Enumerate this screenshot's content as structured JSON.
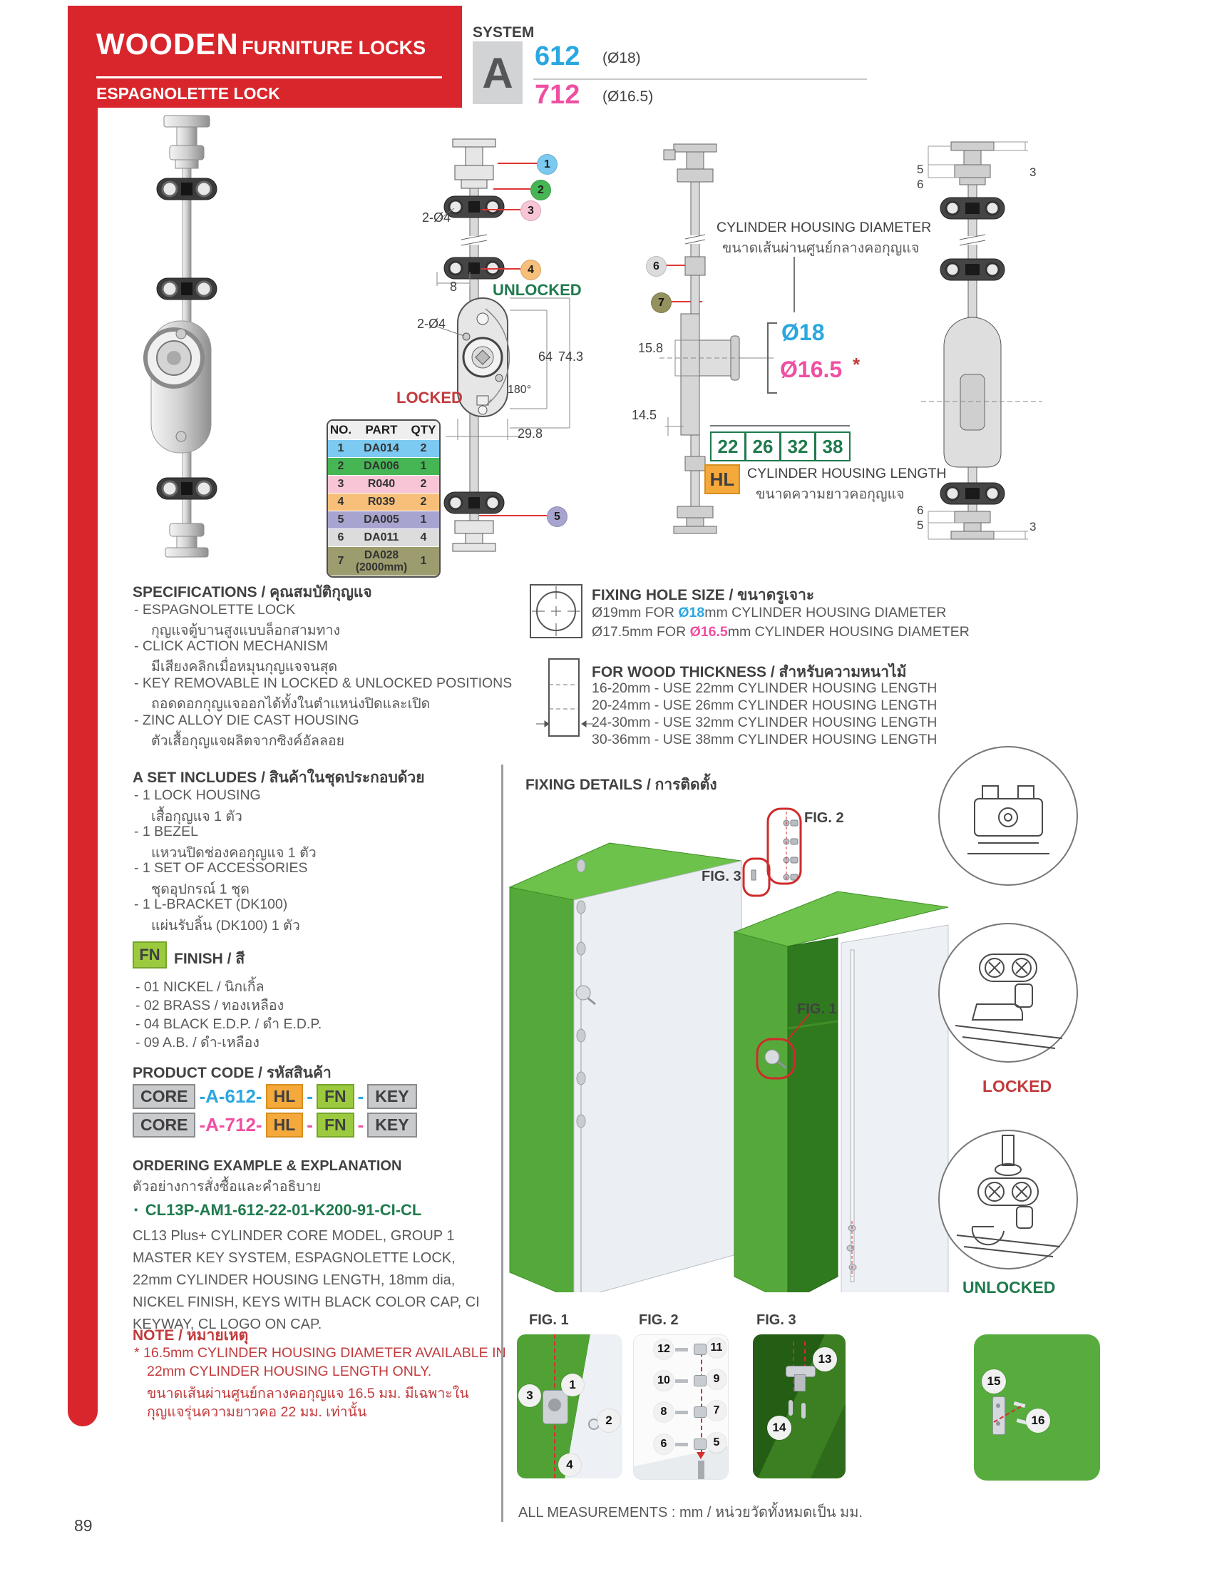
{
  "page": {
    "number": "89",
    "footer": "ALL MEASUREMENTS : mm / หน่วยวัดทั้งหมดเป็น มม."
  },
  "colors": {
    "red": "#d8262c",
    "note_red": "#c23a3c",
    "green": "#1f7a4d",
    "blue": "#2aa7e0",
    "pink": "#ef4fa1",
    "cabinet_green": "#5cb13c"
  },
  "header": {
    "title_bold": "WOODEN",
    "title_rest": "FURNITURE LOCKS",
    "subtitle": "ESPAGNOLETTE LOCK",
    "system_label": "SYSTEM",
    "system_letter": "A",
    "models": [
      {
        "code": "612",
        "dia": "(Ø18)",
        "color": "#2aa7e0"
      },
      {
        "code": "712",
        "dia": "(Ø16.5)",
        "color": "#ef4fa1"
      }
    ]
  },
  "diagram": {
    "unlocked": "UNLOCKED",
    "locked": "LOCKED",
    "dims": {
      "hole_a": "2-Ø4",
      "hole_b": "2-Ø4",
      "w8": "8",
      "h64": "64",
      "h743": "74.3",
      "deg": "180°",
      "w298": "29.8",
      "d158": "15.8",
      "d145": "14.5",
      "rt5": "5",
      "rt6": "6",
      "rt3": "3",
      "rb6": "6",
      "rb5": "5",
      "rb3": "3"
    },
    "chd_title": "CYLINDER HOUSING DIAMETER",
    "chd_thai": "ขนาดเส้นผ่านศูนย์กลางคอกุญแจ",
    "dia18": "Ø18",
    "dia165": "Ø16.5",
    "note_mark": "*",
    "hl_badge": "HL",
    "hl_sizes": [
      "22",
      "26",
      "32",
      "38"
    ],
    "chl_title": "CYLINDER HOUSING LENGTH",
    "chl_thai": "ขนาดความยาวคอกุญแจ",
    "callouts": [
      {
        "n": "1",
        "color": "#7ccaf1"
      },
      {
        "n": "2",
        "color": "#46b655"
      },
      {
        "n": "3",
        "color": "#f8c5d6"
      },
      {
        "n": "4",
        "color": "#f7bf79"
      },
      {
        "n": "5",
        "color": "#a8a4d0"
      },
      {
        "n": "6",
        "color": "#dcdcdc"
      },
      {
        "n": "7",
        "color": "#93925f"
      }
    ]
  },
  "parts_table": {
    "headers": [
      "NO.",
      "PART",
      "QTY"
    ],
    "rows": [
      {
        "no": "1",
        "part": "DA014",
        "qty": "2",
        "color": "#7ccaf1"
      },
      {
        "no": "2",
        "part": "DA006",
        "qty": "1",
        "color": "#46b655"
      },
      {
        "no": "3",
        "part": "R040",
        "qty": "2",
        "color": "#f8c5d6"
      },
      {
        "no": "4",
        "part": "R039",
        "qty": "2",
        "color": "#f7bf79"
      },
      {
        "no": "5",
        "part": "DA005",
        "qty": "1",
        "color": "#a8a4d0"
      },
      {
        "no": "6",
        "part": "DA011",
        "qty": "4",
        "color": "#dcdcdc"
      },
      {
        "no": "7",
        "part": "DA028",
        "part2": "(2000mm)",
        "qty": "1",
        "color": "#9c9c6e"
      }
    ]
  },
  "specifications": {
    "title": "SPECIFICATIONS / คุณสมบัติกุญแจ",
    "items": [
      {
        "en": "- ESPAGNOLETTE LOCK",
        "th": "กุญแจตู้บานสูงแบบล็อกสามทาง"
      },
      {
        "en": "- CLICK ACTION MECHANISM",
        "th": "มีเสียงคลิกเมื่อหมุนกุญแจจนสุด"
      },
      {
        "en": "- KEY REMOVABLE IN LOCKED & UNLOCKED POSITIONS",
        "th": "ถอดดอกกุญแจออกได้ทั้งในตำแหน่งปิดและเปิด"
      },
      {
        "en": "- ZINC ALLOY DIE CAST HOUSING",
        "th": "ตัวเสื้อกุญแจผลิตจากซิงค์อัลลอย"
      }
    ]
  },
  "set_includes": {
    "title": "A SET INCLUDES / สินค้าในชุดประกอบด้วย",
    "items": [
      {
        "en": "- 1 LOCK HOUSING",
        "th": "เสื้อกุญแจ 1 ตัว"
      },
      {
        "en": "- 1 BEZEL",
        "th": "แหวนปิดช่องคอกุญแจ 1 ตัว"
      },
      {
        "en": "- 1 SET OF ACCESSORIES",
        "th": "ชุดอุปกรณ์ 1 ชุด"
      },
      {
        "en": "- 1 L-BRACKET (DK100)",
        "th": "แผ่นรับลิ้น (DK100) 1 ตัว"
      }
    ]
  },
  "finish": {
    "badge": "FN",
    "title": "FINISH / สี",
    "items": [
      "- 01 NICKEL / นิกเกิ้ล",
      "- 02 BRASS / ทองเหลือง",
      "- 04 BLACK E.D.P. / ดำ E.D.P.",
      "- 09 A.B. / ดำ-เหลือง"
    ]
  },
  "product_code": {
    "title": "PRODUCT CODE / รหัสสินค้า",
    "rows": [
      {
        "core": "CORE",
        "model": "-A-612-",
        "hl": "HL",
        "sep1": "-",
        "fn": "FN",
        "sep2": "-",
        "key": "KEY",
        "color": "#2aa7e0"
      },
      {
        "core": "CORE",
        "model": "-A-712-",
        "hl": "HL",
        "sep1": "-",
        "fn": "FN",
        "sep2": "-",
        "key": "KEY",
        "color": "#ef4fa1"
      }
    ]
  },
  "ordering": {
    "title_en": "ORDERING EXAMPLE & EXPLANATION",
    "title_th": "ตัวอย่างการสั่งซื้อและคำอธิบาย",
    "bullet": "▪",
    "code": "CL13P-AM1-612-22-01-K200-91-CI-CL",
    "description": "CL13 Plus+ CYLINDER CORE MODEL, GROUP 1 MASTER KEY SYSTEM, ESPAGNOLETTE LOCK, 22mm CYLINDER HOUSING LENGTH, 18mm dia, NICKEL FINISH, KEYS WITH BLACK COLOR CAP, CI KEYWAY, CL LOGO ON CAP."
  },
  "note": {
    "title": "NOTE / หมายเหตุ",
    "lines": [
      "* 16.5mm CYLINDER HOUSING DIAMETER AVAILABLE IN",
      "22mm CYLINDER HOUSING LENGTH ONLY.",
      "ขนาดเส้นผ่านศูนย์กลางคอกุญแจ 16.5 มม. มีเฉพาะใน",
      "กุญแจรุ่นความยาวคอ 22 มม. เท่านั้น"
    ]
  },
  "fixing_hole": {
    "title": "FIXING HOLE SIZE / ขนาดรูเจาะ",
    "line1_pre": "Ø19mm FOR ",
    "line1_dia": "Ø18",
    "line1_post": "mm CYLINDER HOUSING DIAMETER",
    "line2_pre": "Ø17.5mm FOR ",
    "line2_dia": "Ø16.5",
    "line2_post": "mm CYLINDER HOUSING DIAMETER"
  },
  "wood": {
    "title": "FOR WOOD THICKNESS / สำหรับความหนาไม้",
    "items": [
      "16-20mm - USE 22mm CYLINDER HOUSING LENGTH",
      "20-24mm - USE 26mm CYLINDER HOUSING LENGTH",
      "24-30mm - USE 32mm CYLINDER HOUSING LENGTH",
      "30-36mm - USE 38mm CYLINDER HOUSING LENGTH"
    ]
  },
  "fixing_details": {
    "title": "FIXING DETAILS / การติดตั้ง",
    "fig1": "FIG. 1",
    "fig2": "FIG. 2",
    "fig3": "FIG. 3"
  },
  "detail_circles": {
    "locked": "LOCKED",
    "unlocked": "UNLOCKED"
  },
  "figs": {
    "fig1": {
      "label": "FIG. 1",
      "callouts": [
        "3",
        "1",
        "2",
        "4"
      ]
    },
    "fig2": {
      "label": "FIG. 2",
      "callouts": [
        "12",
        "11",
        "10",
        "9",
        "8",
        "7",
        "6",
        "5"
      ]
    },
    "fig3": {
      "label": "FIG. 3",
      "callouts": [
        "13",
        "14"
      ]
    },
    "fig4": {
      "callouts": [
        "15",
        "16"
      ]
    }
  }
}
